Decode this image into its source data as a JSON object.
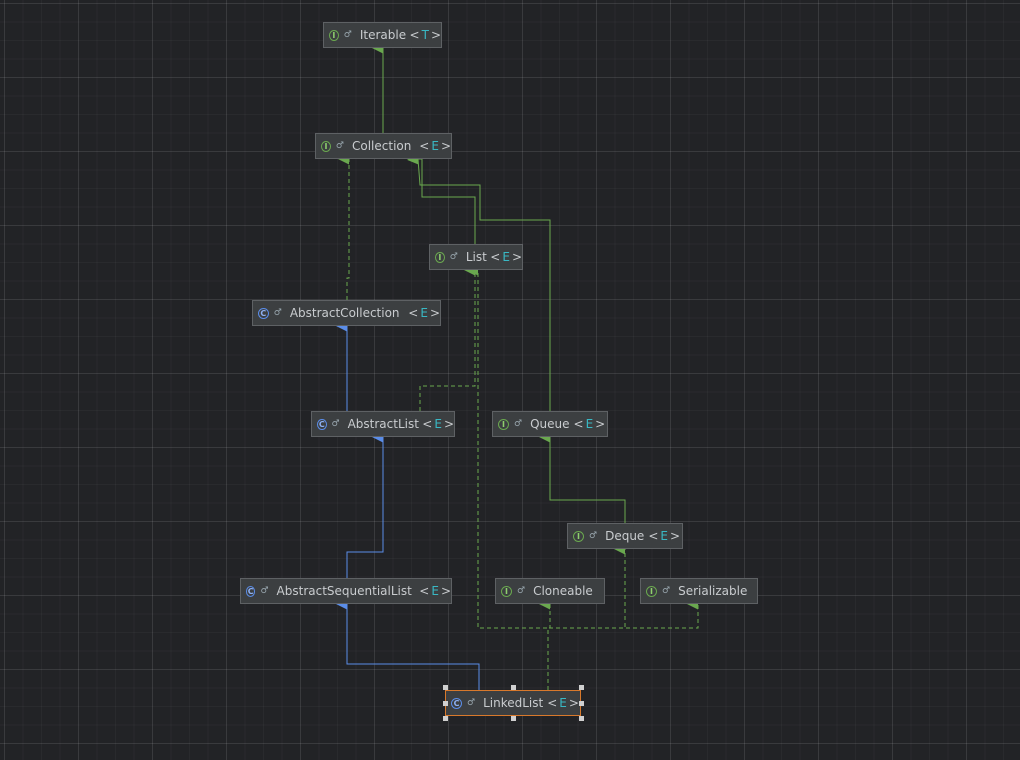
{
  "diagram": {
    "nodes": [
      {
        "id": "iterable",
        "label": "Iterable",
        "type_param": "T",
        "kind": "interface",
        "spaced": false
      },
      {
        "id": "collection",
        "label": "Collection",
        "type_param": "E",
        "kind": "interface",
        "spaced": true
      },
      {
        "id": "list",
        "label": "List",
        "type_param": "E",
        "kind": "interface",
        "spaced": false
      },
      {
        "id": "abstractcollection",
        "label": "AbstractCollection",
        "type_param": "E",
        "kind": "class",
        "spaced": true
      },
      {
        "id": "abstractlist",
        "label": "AbstractList",
        "type_param": "E",
        "kind": "class",
        "spaced": false
      },
      {
        "id": "queue",
        "label": "Queue",
        "type_param": "E",
        "kind": "interface",
        "spaced": false
      },
      {
        "id": "deque",
        "label": "Deque",
        "type_param": "E",
        "kind": "interface",
        "spaced": false
      },
      {
        "id": "abstractsequentiallist",
        "label": "AbstractSequentialList",
        "type_param": "E",
        "kind": "class",
        "spaced": true
      },
      {
        "id": "cloneable",
        "label": "Cloneable",
        "type_param": "",
        "kind": "interface",
        "spaced": false
      },
      {
        "id": "serializable",
        "label": "Serializable",
        "type_param": "",
        "kind": "interface",
        "spaced": false
      },
      {
        "id": "linkedlist",
        "label": "LinkedList",
        "type_param": "E",
        "kind": "class",
        "spaced": false,
        "selected": true
      }
    ],
    "edges": [
      {
        "from": "collection",
        "to": "iterable",
        "style": "extends-interface"
      },
      {
        "from": "list",
        "to": "collection",
        "style": "extends-interface"
      },
      {
        "from": "queue",
        "to": "collection",
        "style": "extends-interface"
      },
      {
        "from": "abstractcollection",
        "to": "collection",
        "style": "implements"
      },
      {
        "from": "abstractlist",
        "to": "abstractcollection",
        "style": "extends-class"
      },
      {
        "from": "abstractlist",
        "to": "list",
        "style": "implements"
      },
      {
        "from": "deque",
        "to": "queue",
        "style": "extends-interface"
      },
      {
        "from": "abstractsequentiallist",
        "to": "abstractlist",
        "style": "extends-class"
      },
      {
        "from": "linkedlist",
        "to": "abstractsequentiallist",
        "style": "extends-class"
      },
      {
        "from": "linkedlist",
        "to": "list",
        "style": "implements"
      },
      {
        "from": "linkedlist",
        "to": "deque",
        "style": "implements"
      },
      {
        "from": "linkedlist",
        "to": "cloneable",
        "style": "implements"
      },
      {
        "from": "linkedlist",
        "to": "serializable",
        "style": "implements"
      }
    ],
    "colors": {
      "interface_edge": "#6aa84f",
      "class_edge": "#5b8de8",
      "selection": "#d8792c"
    },
    "icons": {
      "interface": "interface-icon",
      "class": "class-icon",
      "visibility": "public-visibility-icon"
    },
    "icon_glyphs": {
      "interface": "I",
      "class": "C",
      "visibility": "♂"
    }
  }
}
